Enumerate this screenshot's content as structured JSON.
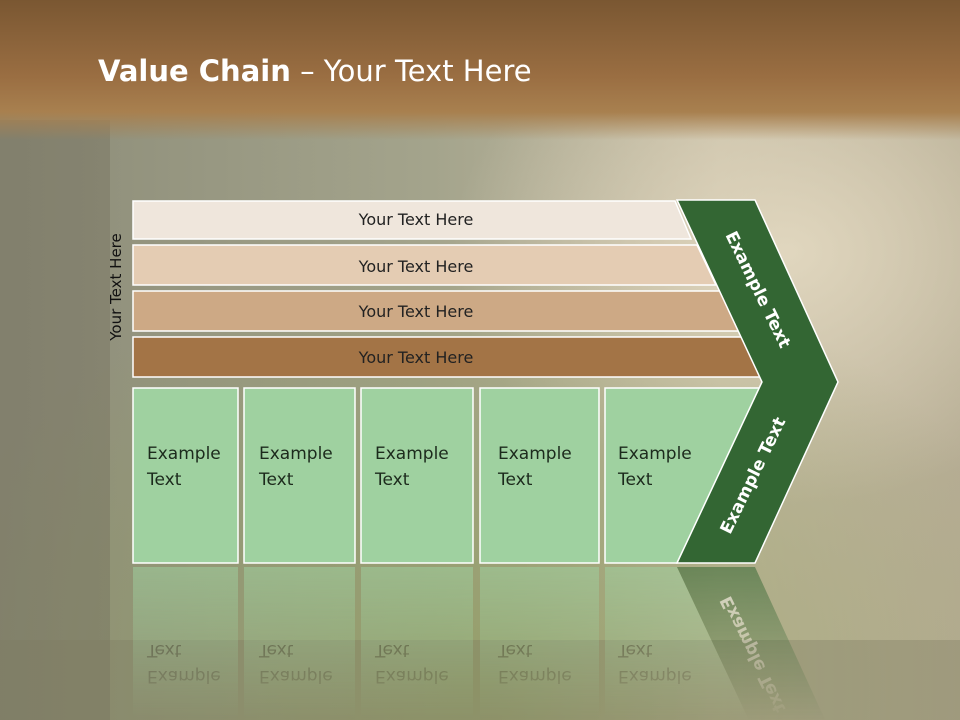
{
  "slide": {
    "title_bold": "Value Chain",
    "title_rest": " – Your Text Here"
  },
  "side_label": "Your Text Here",
  "support_rows": [
    {
      "label": "Your Text Here",
      "color": "#efe6dc"
    },
    {
      "label": "Your Text Here",
      "color": "#e4ccb3"
    },
    {
      "label": "Your Text Here",
      "color": "#cda985"
    },
    {
      "label": "Your Text Here",
      "color": "#a37446"
    }
  ],
  "primary_cells": [
    {
      "line1": "Example",
      "line2": "Text"
    },
    {
      "line1": "Example",
      "line2": "Text"
    },
    {
      "line1": "Example",
      "line2": "Text"
    },
    {
      "line1": "Example",
      "line2": "Text"
    },
    {
      "line1": "Example",
      "line2": "Text"
    }
  ],
  "chevron": {
    "upper_label": "Example Text",
    "lower_label": "Example Text"
  },
  "colors": {
    "cell_fill": "#9fd1a0",
    "chevron_fill": "#336633",
    "header": "#9a6e42"
  }
}
